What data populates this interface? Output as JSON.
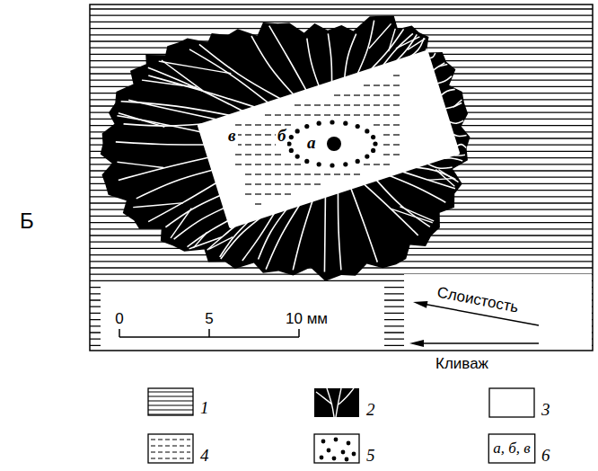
{
  "diagram": {
    "nodes": [
      {
        "text": [
          "в",
          "б",
          "а"
        ]
      }
    ],
    "labels": [
      "Б",
      "0",
      "5",
      "10 мм",
      "Слоистость",
      "Кливаж",
      "а, б, в"
    ],
    "legend": [
      {
        "text": "1"
      },
      {
        "text": "2"
      },
      {
        "text": "3",
        "color": "#ffffff"
      },
      {
        "text": "4"
      },
      {
        "text": "5"
      },
      {
        "text": "6"
      }
    ]
  }
}
